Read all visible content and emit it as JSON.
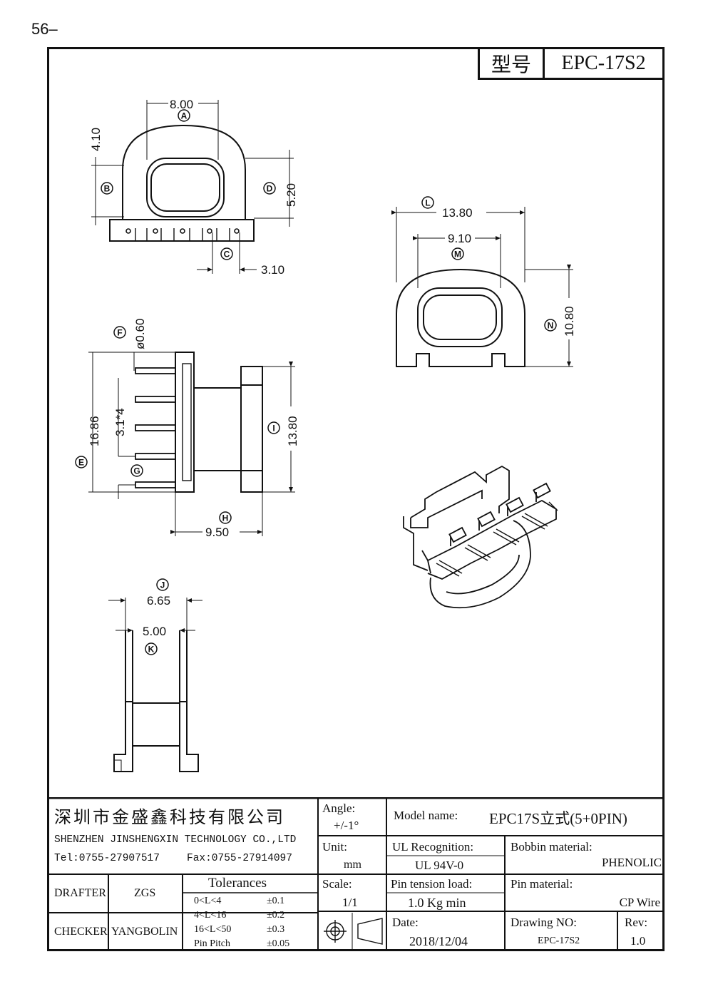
{
  "page_number": "56–",
  "header": {
    "type_label": "型号",
    "model": "EPC-17S2"
  },
  "dimensions": {
    "A": "8.00",
    "B": "4.10",
    "C": "3.10",
    "D": "5.20",
    "E": "16.86",
    "F": "ø0.60",
    "G": "3.1*4",
    "H": "9.50",
    "I": "13.80",
    "J": "6.65",
    "K": "5.00",
    "L": "13.80",
    "M": "9.10",
    "N": "10.80"
  },
  "markers": [
    "A",
    "B",
    "C",
    "D",
    "E",
    "F",
    "G",
    "H",
    "I",
    "J",
    "K",
    "L",
    "M",
    "N"
  ],
  "title_block": {
    "company_cn": "深圳市金盛鑫科技有限公司",
    "company_en": "SHENZHEN JINSHENGXIN TECHNOLOGY CO.,LTD",
    "tel": "Tel:0755-27907517",
    "fax": "Fax:0755-27914097",
    "angle_label": "Angle:",
    "angle_value": "+/-1°",
    "unit_label": "Unit:",
    "unit_value": "mm",
    "scale_label": "Scale:",
    "scale_value": "1/1",
    "model_name_label": "Model name:",
    "model_name_value": "EPC17S立式(5+0PIN)",
    "ul_label": "UL Recognition:",
    "ul_value": "UL 94V-0",
    "bobbin_label": "Bobbin material:",
    "bobbin_value": "PHENOLIC",
    "pin_tension_label": "Pin tension load:",
    "pin_tension_value": "1.0 Kg min",
    "pin_material_label": "Pin material:",
    "pin_material_value": "CP Wire",
    "date_label": "Date:",
    "date_value": "2018/12/04",
    "drawing_no_label": "Drawing NO:",
    "drawing_no_value": "EPC-17S2",
    "rev_label": "Rev:",
    "rev_value": "1.0",
    "drafter_label": "DRAFTER",
    "drafter_value": "ZGS",
    "checker_label": "CHECKER",
    "checker_value": "YANGBOLIN",
    "tolerances_title": "Tolerances",
    "tolerances": [
      {
        "range": "0<L<4",
        "value": "±0.1"
      },
      {
        "range": "4<L<16",
        "value": "±0.2"
      },
      {
        "range": "16<L<50",
        "value": "±0.3"
      },
      {
        "range": "Pin Pitch",
        "value": "±0.05"
      }
    ]
  }
}
